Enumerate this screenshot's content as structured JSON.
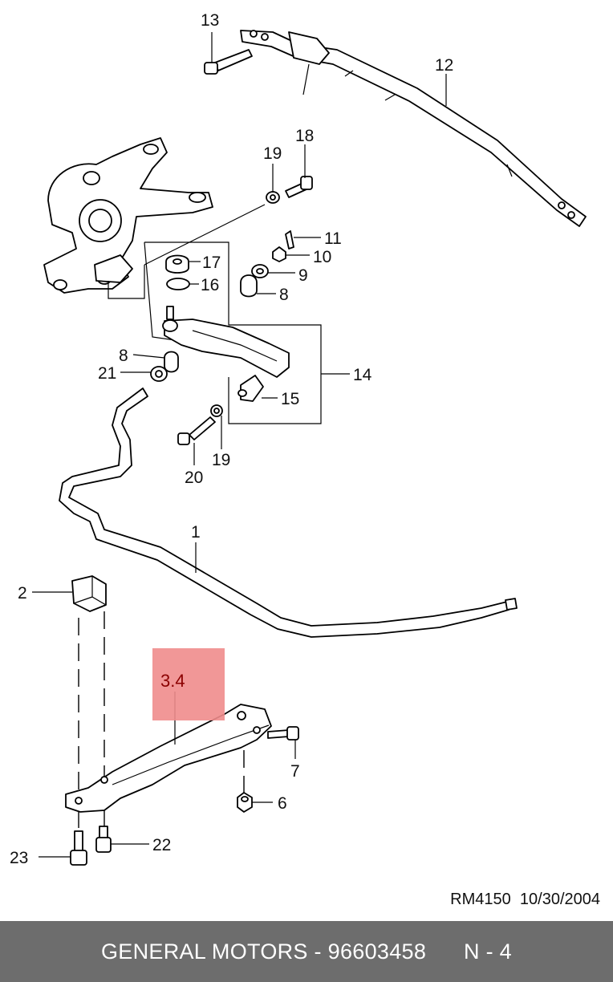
{
  "callouts": {
    "c1": "1",
    "c2": "2",
    "c34": "3.4",
    "c6": "6",
    "c7": "7",
    "c8a": "8",
    "c8b": "8",
    "c9": "9",
    "c10": "10",
    "c11": "11",
    "c12": "12",
    "c13": "13",
    "c14": "14",
    "c15": "15",
    "c16": "16",
    "c17": "17",
    "c18": "18",
    "c19a": "19",
    "c19b": "19",
    "c20": "20",
    "c21": "21",
    "c22": "22",
    "c23": "23"
  },
  "reference": {
    "code": "RM4150",
    "date": "10/30/2004"
  },
  "footer": {
    "brand": "GENERAL MOTORS",
    "separator": " - ",
    "part_number": "96603458",
    "page": "N - 4"
  },
  "colors": {
    "highlight": "#f08c8c",
    "highlight_text": "#8b0000",
    "footer_bg": "#6d6d6d"
  }
}
